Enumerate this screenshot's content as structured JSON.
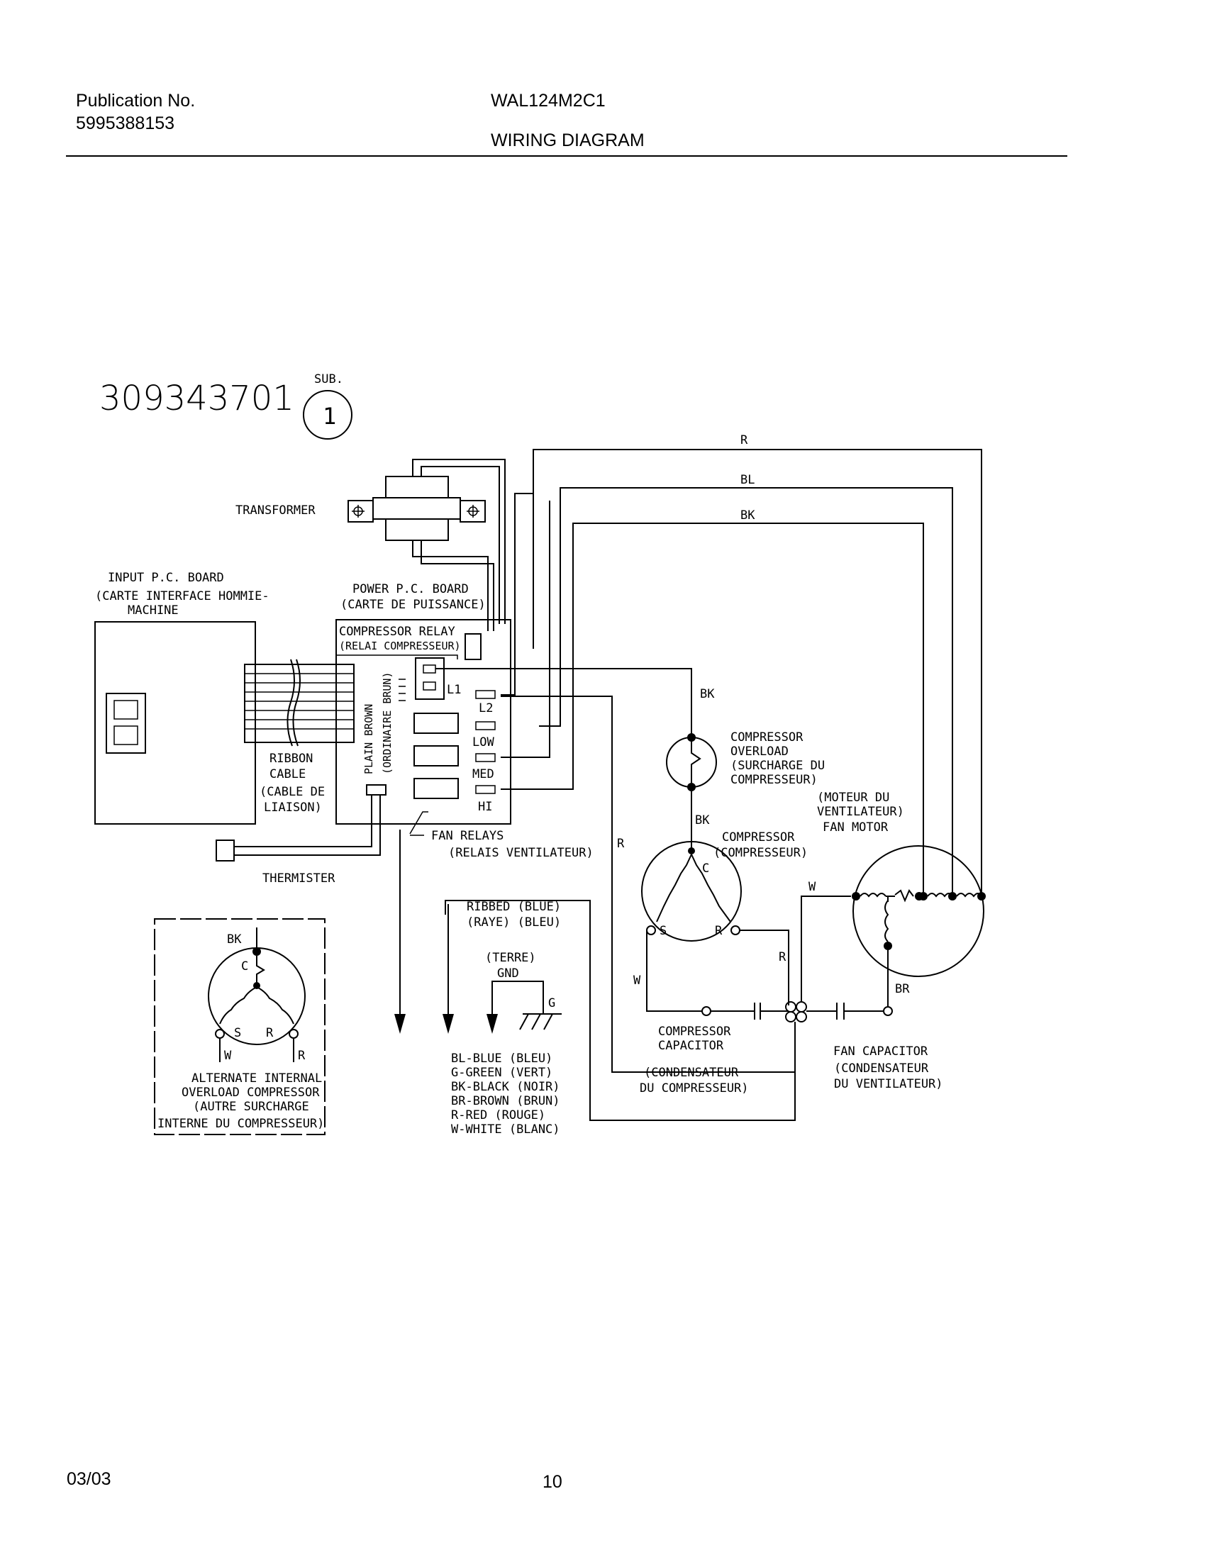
{
  "header": {
    "publication_label": "Publication No.",
    "publication_number": "5995388153",
    "model": "WAL124M2C1",
    "title": "WIRING DIAGRAM"
  },
  "footer": {
    "date": "03/03",
    "page": "10"
  },
  "diagram": {
    "part_number": "309343701",
    "sub_label": "SUB.",
    "sub_number": "1",
    "transformer": "TRANSFORMER",
    "input_board": [
      "INPUT P.C. BOARD",
      "(CARTE INTERFACE HOMMIE-",
      "MACHINE"
    ],
    "power_board": [
      "POWER P.C. BOARD",
      "(CARTE DE PUISSANCE)"
    ],
    "compressor_relay": [
      "COMPRESSOR RELAY",
      "(RELAI COMPRESSEUR)"
    ],
    "plain_brown": [
      "PLAIN BROWN",
      "(ORDINAIRE BRUN)"
    ],
    "ribbon_cable": [
      "RIBBON",
      "CABLE",
      "(CABLE DE",
      "LIAISON)"
    ],
    "thermister": "THERMISTER",
    "fan_relays": [
      "FAN RELAYS",
      "(RELAIS VENTILATEUR)"
    ],
    "terminals": {
      "l1": "L1",
      "l2": "L2",
      "low": "LOW",
      "med": "MED",
      "hi": "HI"
    },
    "wire_labels": {
      "r": "R",
      "bl": "BL",
      "bk": "BK",
      "w": "W",
      "br": "BR",
      "g": "G"
    },
    "compressor_overload": [
      "COMPRESSOR",
      "OVERLOAD",
      "(SURCHARGE DU",
      "COMPRESSEUR)"
    ],
    "compressor": [
      "COMPRESSOR",
      "(COMPRESSEUR)"
    ],
    "fan_motor": [
      "(MOTEUR DU",
      "VENTILATEUR)",
      "FAN MOTOR"
    ],
    "motor_terminals": {
      "c": "C",
      "s": "S",
      "r": "R"
    },
    "ribbed": [
      "RIBBED (BLUE)",
      "(RAYE) (BLEU)"
    ],
    "ground": [
      "(TERRE)",
      "GND"
    ],
    "compressor_capacitor": [
      "COMPRESSOR",
      "CAPACITOR"
    ],
    "condensateur_compresseur": [
      "(CONDENSATEUR",
      "DU COMPRESSEUR)"
    ],
    "fan_capacitor": "FAN CAPACITOR",
    "condensateur_ventilateur": [
      "(CONDENSATEUR",
      "DU VENTILATEUR)"
    ],
    "alternate_overload": [
      "ALTERNATE INTERNAL",
      "OVERLOAD COMPRESSOR",
      "(AUTRE SURCHARGE",
      "INTERNE DU COMPRESSEUR)"
    ],
    "color_legend": [
      "BL-BLUE (BLEU)",
      "G-GREEN (VERT)",
      "BK-BLACK (NOIR)",
      "BR-BROWN (BRUN)",
      "R-RED (ROUGE)",
      "W-WHITE (BLANC)"
    ]
  }
}
